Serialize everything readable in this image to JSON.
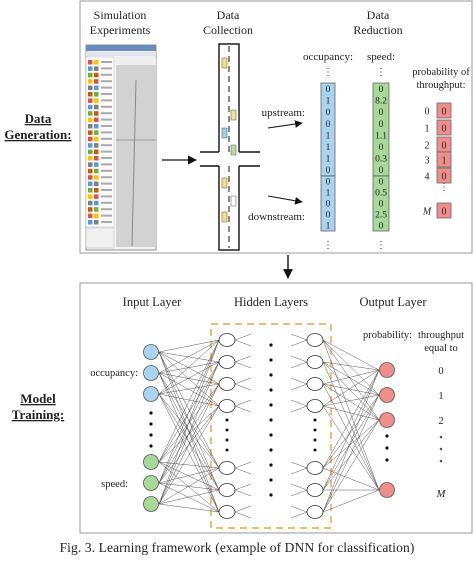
{
  "side_labels": {
    "data": "Data",
    "generation": "Generation:",
    "model": "Model",
    "training": "Training:"
  },
  "top_panel": {
    "simulation_line1": "Simulation",
    "simulation_line2": "Experiments",
    "collection_line1": "Data",
    "collection_line2": "Collection",
    "reduction_line1": "Data",
    "reduction_line2": "Reduction",
    "occupancy_label": "occupancy:",
    "speed_label": "speed:",
    "upstream": "upstream:",
    "downstream": "downstream:",
    "prob_line1": "probability of",
    "prob_line2": "throughput:",
    "occupancy_upstream": [
      "0",
      "1",
      "0",
      "0",
      "1",
      "1",
      "1",
      "0"
    ],
    "speed_upstream": [
      "0",
      "8.2",
      "0",
      "0",
      "1.1",
      "0",
      "0.3",
      "0"
    ],
    "occupancy_downstream": [
      "0",
      "1",
      "0",
      "0",
      "1"
    ],
    "speed_downstream": [
      "0",
      "0.5",
      "0",
      "2.5",
      "0"
    ],
    "throughput_indices": [
      "0",
      "1",
      "2",
      "3",
      "4",
      "M"
    ],
    "throughput_probs": [
      "0",
      "0",
      "0",
      "1",
      "0",
      "0"
    ],
    "colors": {
      "occupancy": "#a9d3ee",
      "speed": "#a8d89a",
      "probability": "#f08d8d"
    }
  },
  "bottom_panel": {
    "input_layer": "Input Layer",
    "hidden_layers": "Hidden Layers",
    "output_layer": "Output Layer",
    "occupancy": "occupancy:",
    "speed": "speed:",
    "probability": "probability:",
    "throughput_line1": "throughput",
    "throughput_line2": "equal to",
    "output_labels": [
      "0",
      "1",
      "2",
      "M"
    ],
    "colors": {
      "input_occupancy": "#a9d3ee",
      "input_speed": "#a8d89a",
      "output": "#f08d8d",
      "hidden_box": "#f0a040"
    }
  },
  "caption": "Fig. 3.    Learning framework (example of DNN for classification)"
}
